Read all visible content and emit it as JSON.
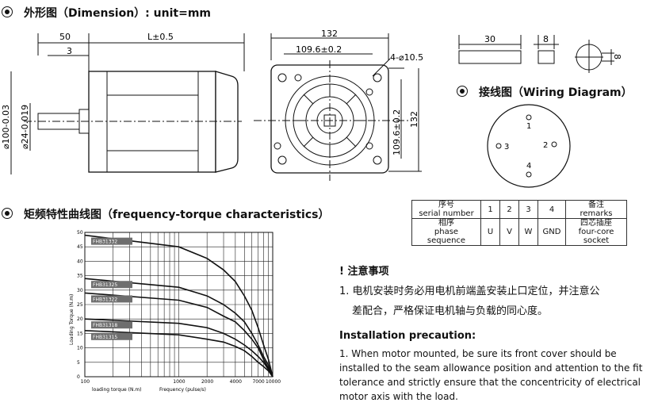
{
  "headings": {
    "dimension": "外形图（Dimension）: unit=mm",
    "wiring": "接线图（Wiring Diagram）",
    "torque": "矩频特性曲线图（frequency-torque characteristics）"
  },
  "dims": {
    "d50": "50",
    "dL": "L±0.5",
    "d3": "3",
    "dshaft": "⌀100-0.03",
    "dbore": "⌀24-0.019",
    "d132": "132",
    "d109": "109.6±0.2",
    "holes": "4-⌀10.5",
    "d109v": "109.6±0.2",
    "d132v": "132",
    "d30": "30",
    "d8": "8",
    "d8v": "8"
  },
  "wiring": {
    "pins": [
      "1",
      "2",
      "3",
      "4"
    ]
  },
  "wiring_table": {
    "row1": [
      "序号",
      "serial number",
      "1",
      "2",
      "3",
      "4",
      "备注",
      "remarks"
    ],
    "row2": [
      "相序",
      "phase sequence",
      "U",
      "V",
      "W",
      "GND",
      "四芯插座",
      "four-core socket"
    ]
  },
  "notes": {
    "title": "! 注意事项",
    "zh1": "1. 电机安装时务必用电机前端盖安装止口定位，并注意公",
    "zh2": "差配合，严格保证电机轴与负载的同心度。",
    "en_title": "Installation precaution:",
    "en1": "1. When motor mounted, be sure its front cover should be",
    "en2": "installed to the seam allowance position and attention to the fit",
    "en3": "tolerance and strictly ensure that the concentricity of electrical",
    "en4": "motor axis with the load."
  },
  "chart_data": {
    "type": "line",
    "xlabel": "Frequency (pulse/s)",
    "ylabel": "Loading Torque (N.m)",
    "xlabel_left": "loading torque (N.m)",
    "x_scale": "log",
    "xlim": [
      100,
      10000
    ],
    "ylim": [
      0,
      50
    ],
    "x_ticks": [
      "100",
      "1000",
      "2000",
      "4000",
      "7000",
      "10000"
    ],
    "y_ticks": [
      "0",
      "5",
      "10",
      "15",
      "20",
      "25",
      "30",
      "35",
      "40",
      "45",
      "50"
    ],
    "grid": true,
    "series": [
      {
        "name": "FHB31332",
        "x": [
          100,
          1000,
          2000,
          3000,
          4000,
          5000,
          6000,
          7000,
          8000,
          9000,
          10000
        ],
        "y": [
          49,
          45,
          41,
          37,
          33,
          28,
          23,
          17,
          11,
          6,
          0
        ]
      },
      {
        "name": "FHB31325",
        "x": [
          100,
          1000,
          2000,
          3000,
          4000,
          5000,
          6000,
          7000,
          8000,
          9000,
          10000
        ],
        "y": [
          34,
          31,
          28,
          25,
          22,
          19,
          15,
          11,
          7,
          4,
          0
        ]
      },
      {
        "name": "FHB31322",
        "x": [
          100,
          1000,
          2000,
          3000,
          4000,
          5000,
          6000,
          7000,
          8000,
          9000,
          10000
        ],
        "y": [
          29,
          26.5,
          24,
          21,
          19,
          16,
          13,
          10,
          6,
          3,
          0
        ]
      },
      {
        "name": "FHB31318",
        "x": [
          100,
          1000,
          2000,
          3000,
          4000,
          5000,
          6000,
          7000,
          8000,
          9000,
          10000
        ],
        "y": [
          20,
          18.5,
          17,
          15,
          13,
          11,
          9,
          7,
          5,
          2.5,
          0
        ]
      },
      {
        "name": "FHB31315",
        "x": [
          100,
          1000,
          2000,
          3000,
          4000,
          5000,
          6000,
          7000,
          8000,
          9000,
          10000
        ],
        "y": [
          16,
          14.5,
          13,
          12,
          10.5,
          9,
          7,
          5,
          3.5,
          2,
          0
        ]
      }
    ]
  }
}
